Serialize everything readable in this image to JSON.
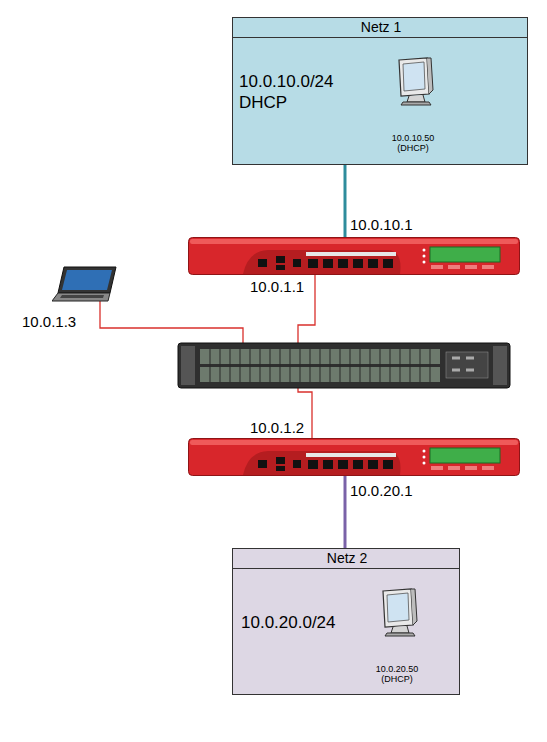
{
  "diagram": {
    "nodes": [
      {
        "text": [
          "Netz 1",
          "10.0.10.0/24",
          "DHCP"
        ]
      },
      {
        "text": [
          "10.0.10.50 (DHCP)"
        ],
        "in": 0
      },
      {
        "text": [
          "10.0.10.1",
          "10.0.1.1"
        ]
      },
      {
        "text": [
          "10.0.1.3"
        ]
      },
      {
        "text": [
          "10.0.1.2",
          "10.0.20.1"
        ]
      },
      {
        "text": [
          "Netz 2",
          "10.0.20.0/24"
        ]
      },
      {
        "text": [
          "10.0.20.50 (DHCP)"
        ],
        "in": 5
      }
    ],
    "edges": [
      {
        "from": 0,
        "to": 2,
        "arrow": "none"
      },
      {
        "from": 4,
        "to": 5,
        "arrow": "none"
      }
    ]
  }
}
